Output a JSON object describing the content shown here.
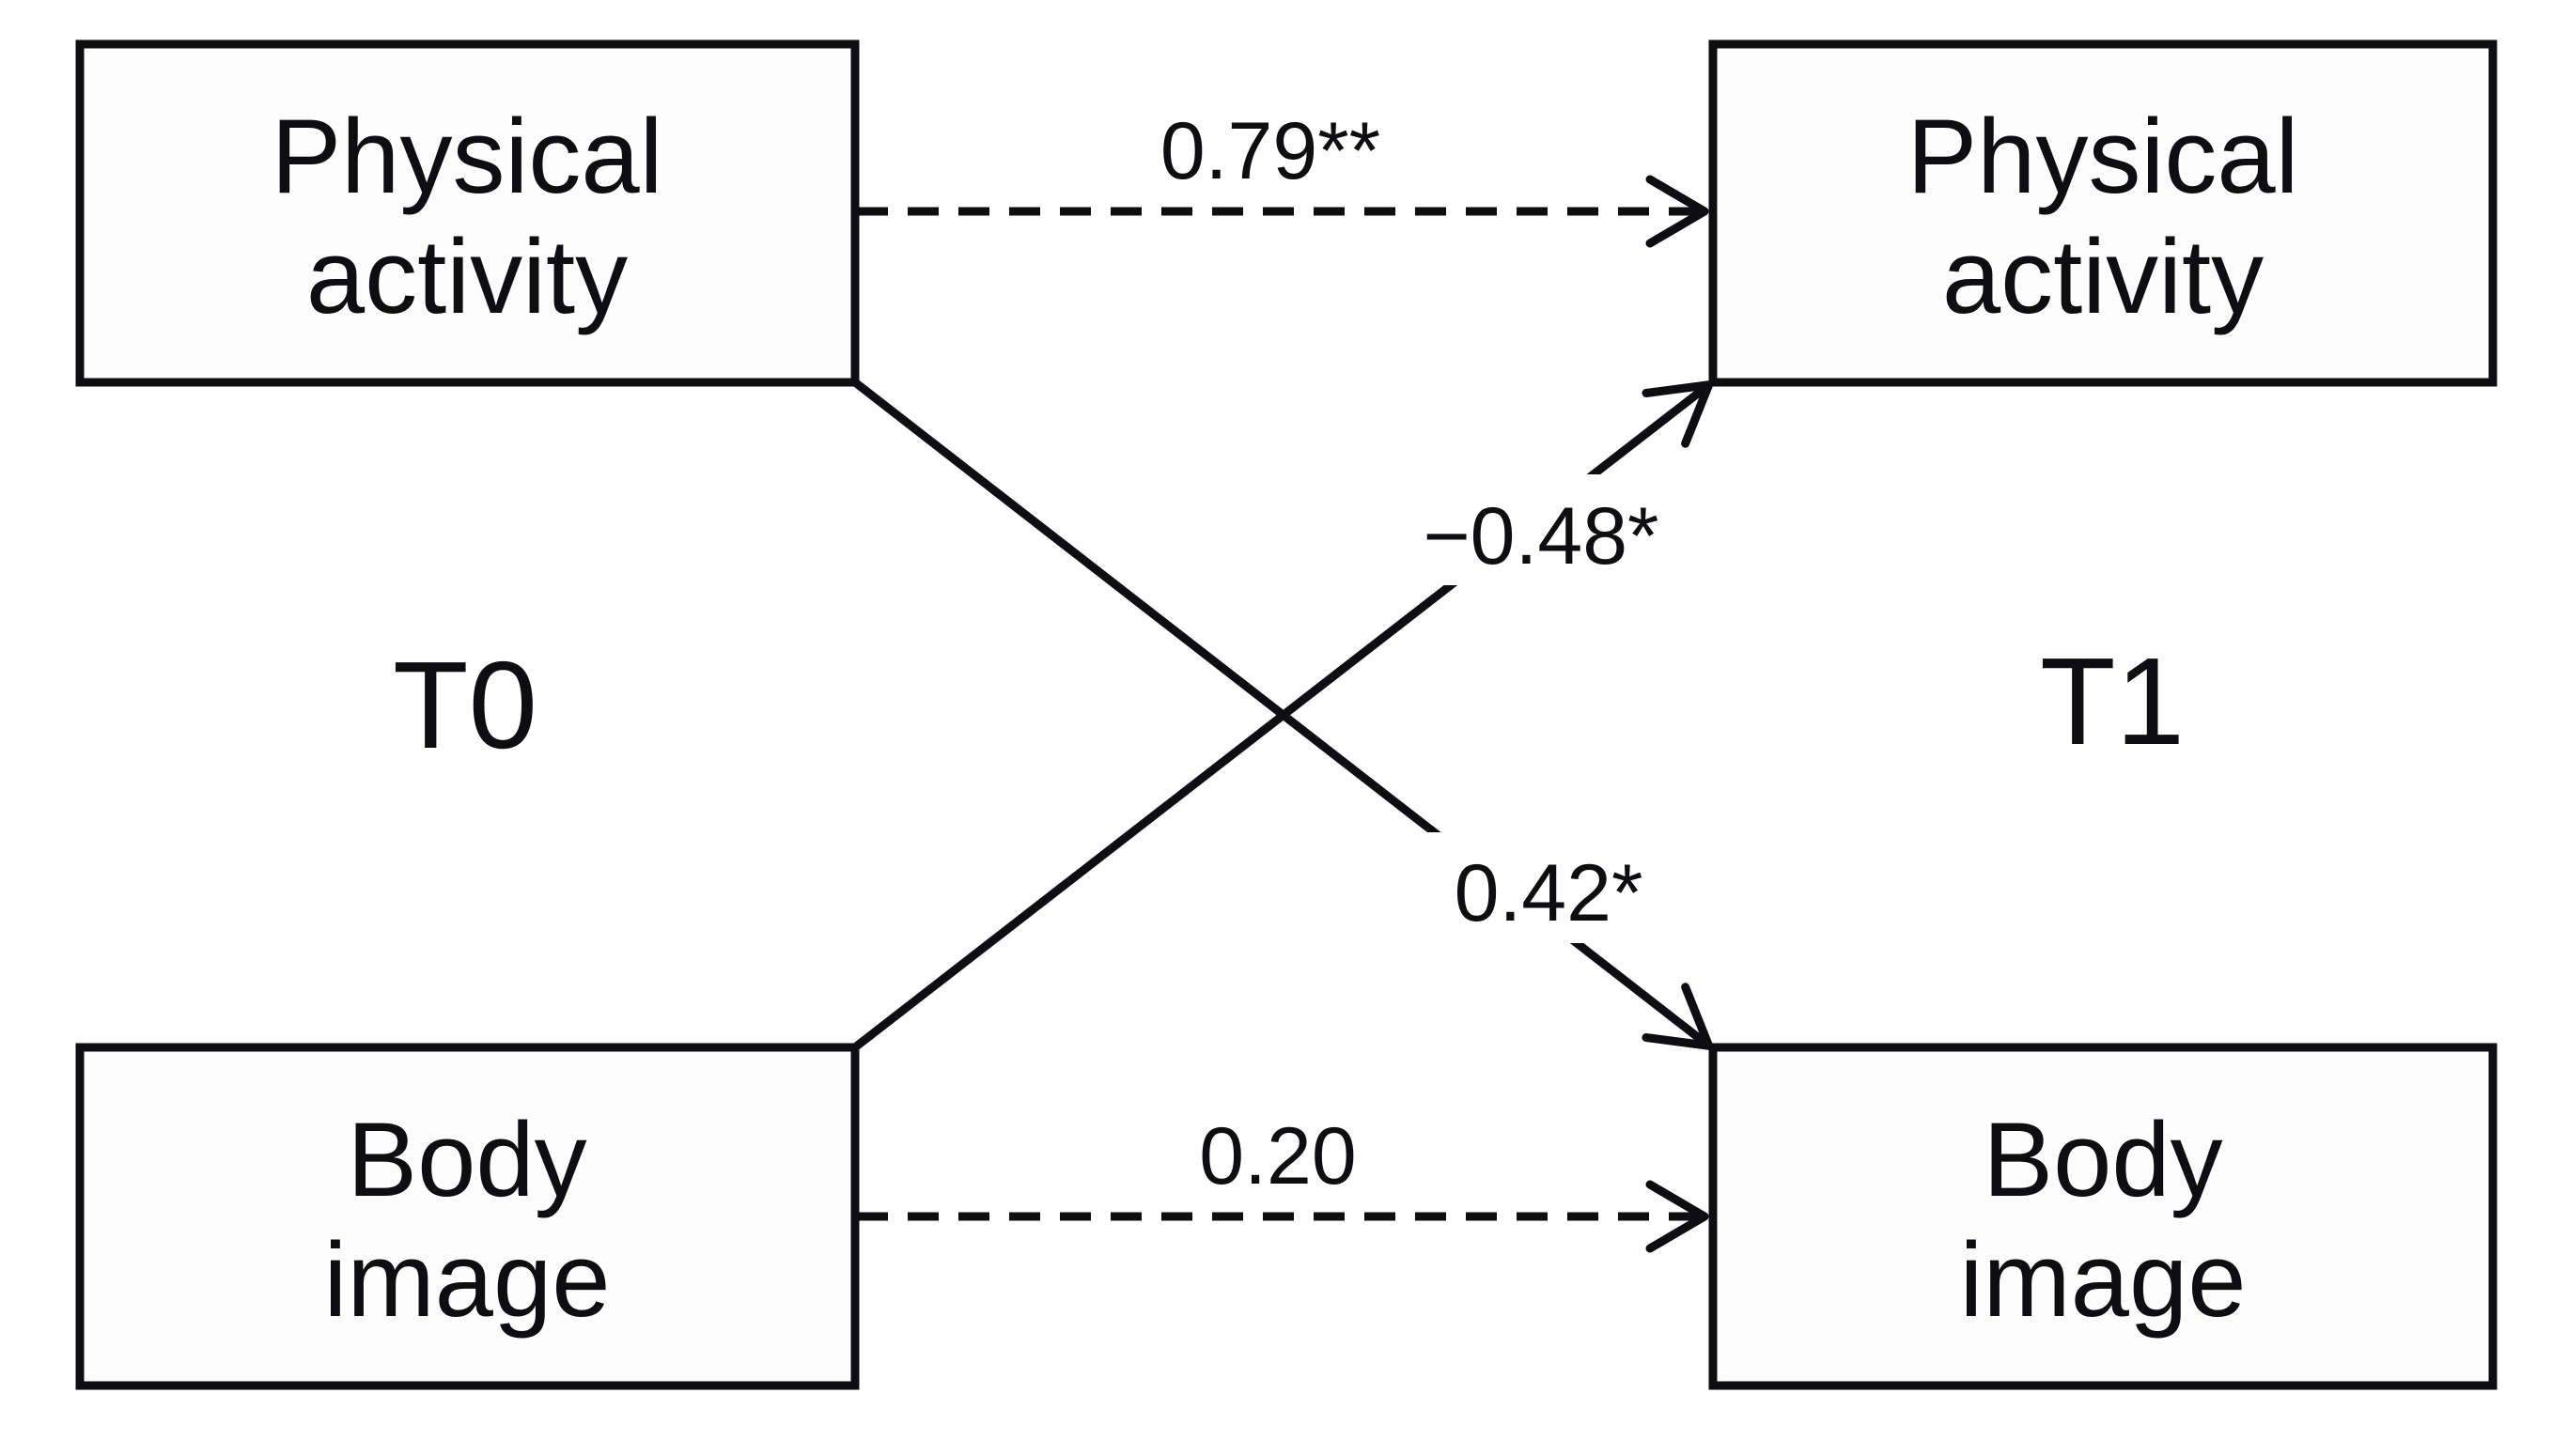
{
  "figure": {
    "type": "cross-lagged-panel-path-diagram",
    "timepoints": {
      "t0": "T0",
      "t1": "T1"
    },
    "boxes": {
      "physical_activity_t0": {
        "line1": "Physical",
        "line2": "activity"
      },
      "physical_activity_t1": {
        "line1": "Physical",
        "line2": "activity"
      },
      "body_image_t0": {
        "line1": "Body",
        "line2": "image"
      },
      "body_image_t1": {
        "line1": "Body",
        "line2": "image"
      }
    },
    "paths": [
      {
        "id": "pa-t0-to-pa-t1",
        "from": "physical_activity_t0",
        "to": "physical_activity_t1",
        "coefficient": "0.79**",
        "line_style": "dashed"
      },
      {
        "id": "bi-t0-to-pa-t1",
        "from": "body_image_t0",
        "to": "physical_activity_t1",
        "coefficient": "−0.48*",
        "line_style": "solid"
      },
      {
        "id": "pa-t0-to-bi-t1",
        "from": "physical_activity_t0",
        "to": "body_image_t1",
        "coefficient": "0.42*",
        "line_style": "solid"
      },
      {
        "id": "bi-t0-to-bi-t1",
        "from": "body_image_t0",
        "to": "body_image_t1",
        "coefficient": "0.20",
        "line_style": "dashed"
      }
    ],
    "colors": {
      "ink": "#0e0e11",
      "box_fill": "#fdfdfe",
      "background": "#ffffff"
    }
  }
}
